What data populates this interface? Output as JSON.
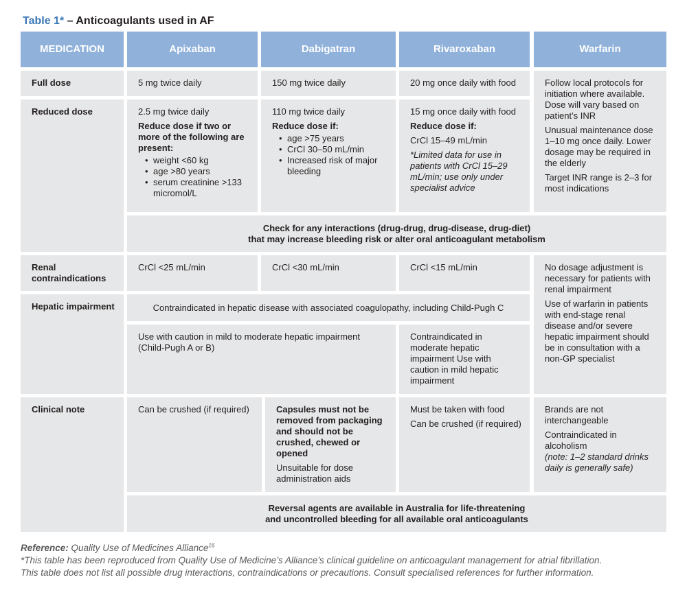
{
  "title": {
    "number": "Table 1*",
    "text": " – Anticoagulants used in AF"
  },
  "headers": [
    "MEDICATION",
    "Apixaban",
    "Dabigatran",
    "Rivaroxaban",
    "Warfarin"
  ],
  "row_labels": {
    "full_dose": "Full dose",
    "reduced_dose": "Reduced dose",
    "renal": "Renal contraindications",
    "hepatic": "Hepatic impairment",
    "clinical": "Clinical note"
  },
  "full_dose": {
    "apixaban": "5 mg twice daily",
    "dabigatran": "150 mg twice daily",
    "rivaroxaban": "20 mg once daily with food"
  },
  "warfarin_dosing": {
    "p1": "Follow local protocols for initiation where available. Dose will vary based on patient’s INR",
    "p2": "Unusual maintenance dose 1–10 mg once daily. Lower dosage may be required in the elderly",
    "p3": "Target INR range is 2–3 for most indications"
  },
  "reduced_dose": {
    "apixaban": {
      "dose": "2.5 mg twice daily",
      "criteria_heading": "Reduce dose if two or more of the following are present:",
      "criteria": [
        "weight <60 kg",
        "age >80 years",
        "serum creatinine >133 micromol/L"
      ]
    },
    "dabigatran": {
      "dose": "110 mg twice daily",
      "criteria_heading": "Reduce dose if:",
      "criteria": [
        "age >75 years",
        "CrCl 30–50 mL/min",
        "Increased risk of major bleeding"
      ]
    },
    "rivaroxaban": {
      "dose": "15 mg once daily with food",
      "criteria_heading": "Reduce dose if:",
      "criterion": "CrCl 15–49 mL/min",
      "note": "*Limited data for use in patients with CrCl 15–29 mL/min; use only under specialist advice"
    }
  },
  "interactions_note": {
    "line1": "Check for any interactions (drug-drug, drug-disease, drug-diet)",
    "line2": "that may increase bleeding risk or alter oral anticoagulant metabolism"
  },
  "renal": {
    "apixaban": "CrCl <25 mL/min",
    "dabigatran": "CrCl <30 mL/min",
    "rivaroxaban": "CrCl <15 mL/min"
  },
  "warfarin_renal_hepatic": {
    "p1": "No dosage adjustment is necessary for patients with renal impairment",
    "p2": "Use of warfarin in patients with end-stage renal disease and/or severe hepatic impairment should be in consultation with a non-GP specialist"
  },
  "hepatic": {
    "shared": "Contraindicated in hepatic disease with associated coagulopathy, including Child-Pugh C",
    "apix_dabi": "Use with caution in mild to moderate hepatic impairment (Child-Pugh A or B)",
    "rivaroxaban": "Contraindicated in moderate hepatic impairment Use with caution in mild hepatic impairment"
  },
  "clinical": {
    "apixaban": "Can be crushed (if required)",
    "dabigatran_bold": "Capsules must not be removed from packaging and should not be crushed, chewed or opened",
    "dabigatran_extra": "Unsuitable for dose administration aids",
    "rivaroxaban_1": "Must be taken with food",
    "rivaroxaban_2": "Can be crushed (if required)",
    "warfarin_1": "Brands are not interchangeable",
    "warfarin_2": "Contraindicated in alcoholism",
    "warfarin_note": "(note: 1–2 standard drinks daily is generally safe)"
  },
  "reversal_note": {
    "line1": "Reversal agents are available in Australia for life-threatening",
    "line2": "and uncontrolled bleeding for all available oral anticoagulants"
  },
  "footnotes": {
    "ref_label": "Reference:",
    "ref_text": " Quality Use of Medicines Alliance",
    "ref_sup": "16",
    "line1": "*This table has been reproduced from Quality Use of Medicine’s Alliance’s clinical guideline on anticoagulant management for atrial fibrillation.",
    "line2": "This table does not list all possible drug interactions, contraindications or precautions. Consult specialised references for further information."
  }
}
